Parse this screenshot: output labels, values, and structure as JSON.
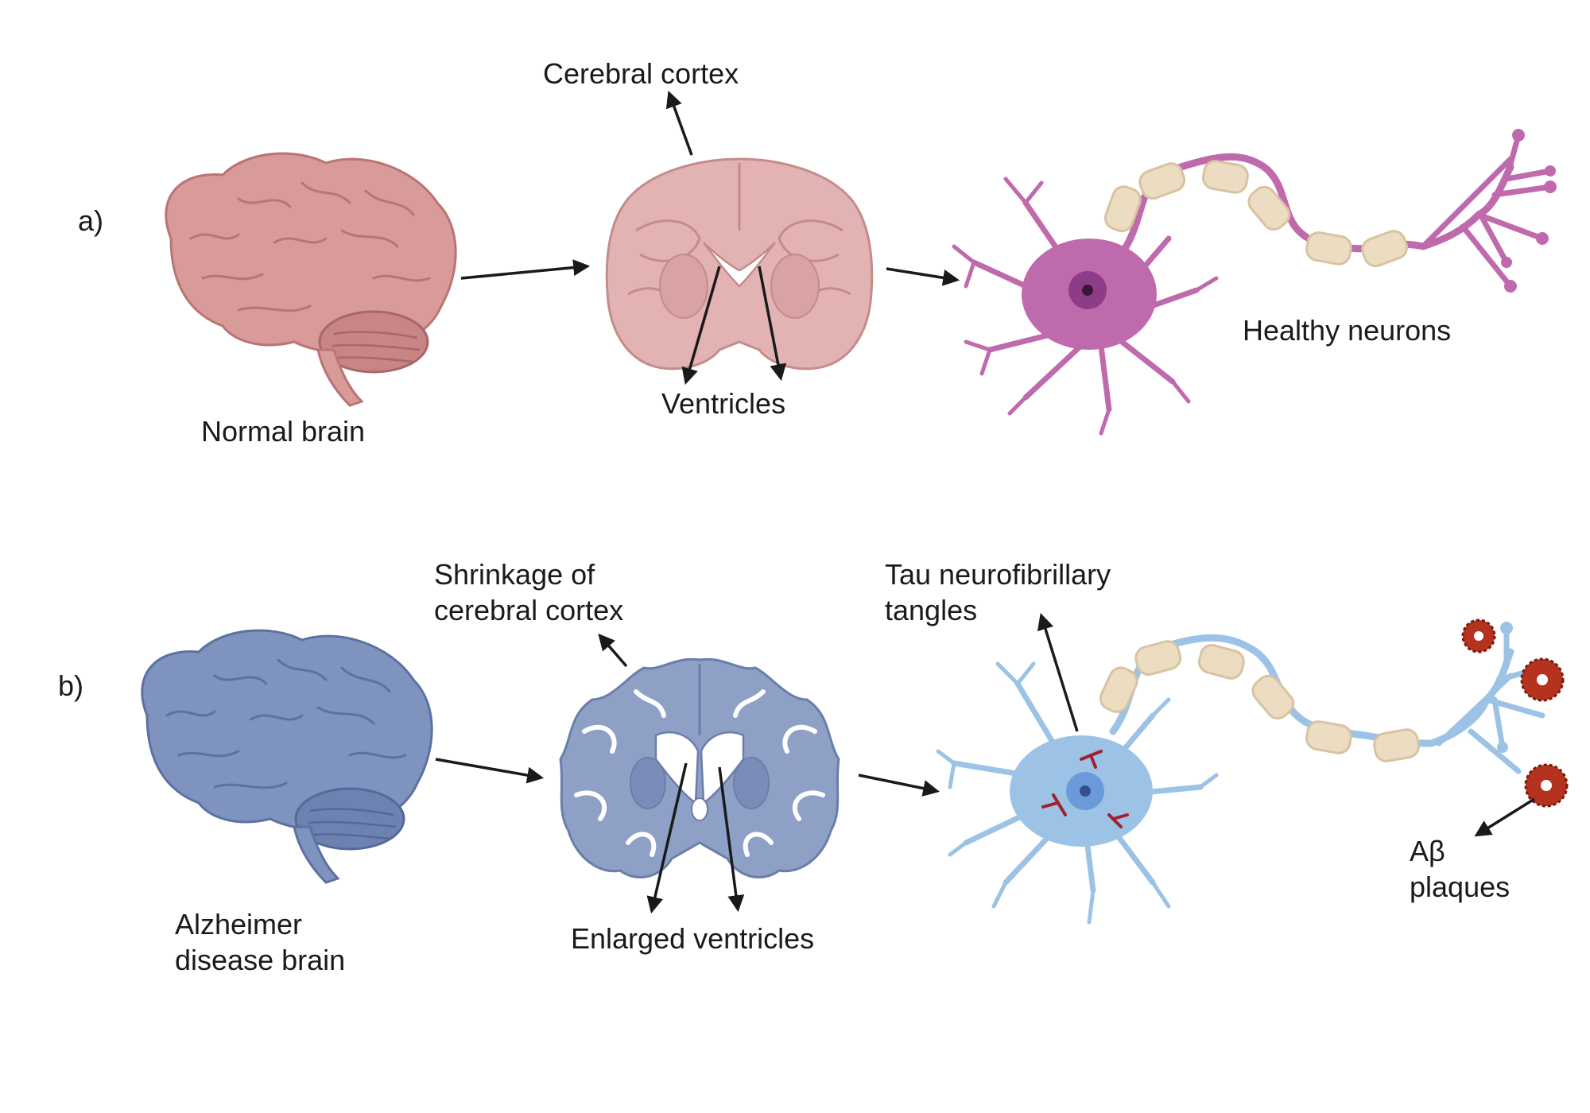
{
  "panels": {
    "a": {
      "label": "a)",
      "brain_label": "Normal brain",
      "cortex_label": "Cerebral cortex",
      "ventricles_label": "Ventricles",
      "neuron_label": "Healthy neurons"
    },
    "b": {
      "label": "b)",
      "brain_label_line1": "Alzheimer",
      "brain_label_line2": "disease brain",
      "cortex_label_line1": "Shrinkage of",
      "cortex_label_line2": "cerebral cortex",
      "ventricles_label": "Enlarged ventricles",
      "tau_label_line1": "Tau neurofibrillary",
      "tau_label_line2": "tangles",
      "plaques_label_line1": "Aβ",
      "plaques_label_line2": "plaques"
    }
  },
  "colors": {
    "healthy_brain": "#d99a9a",
    "healthy_brain_dark": "#b97474",
    "disease_brain": "#7f93bf",
    "disease_brain_dark": "#5d71a0",
    "healthy_neuron": "#c06aae",
    "disease_neuron": "#9cc3e6",
    "myelin": "#ecdcc2",
    "plaque": "#b5321e",
    "tangle": "#a31f2e"
  }
}
